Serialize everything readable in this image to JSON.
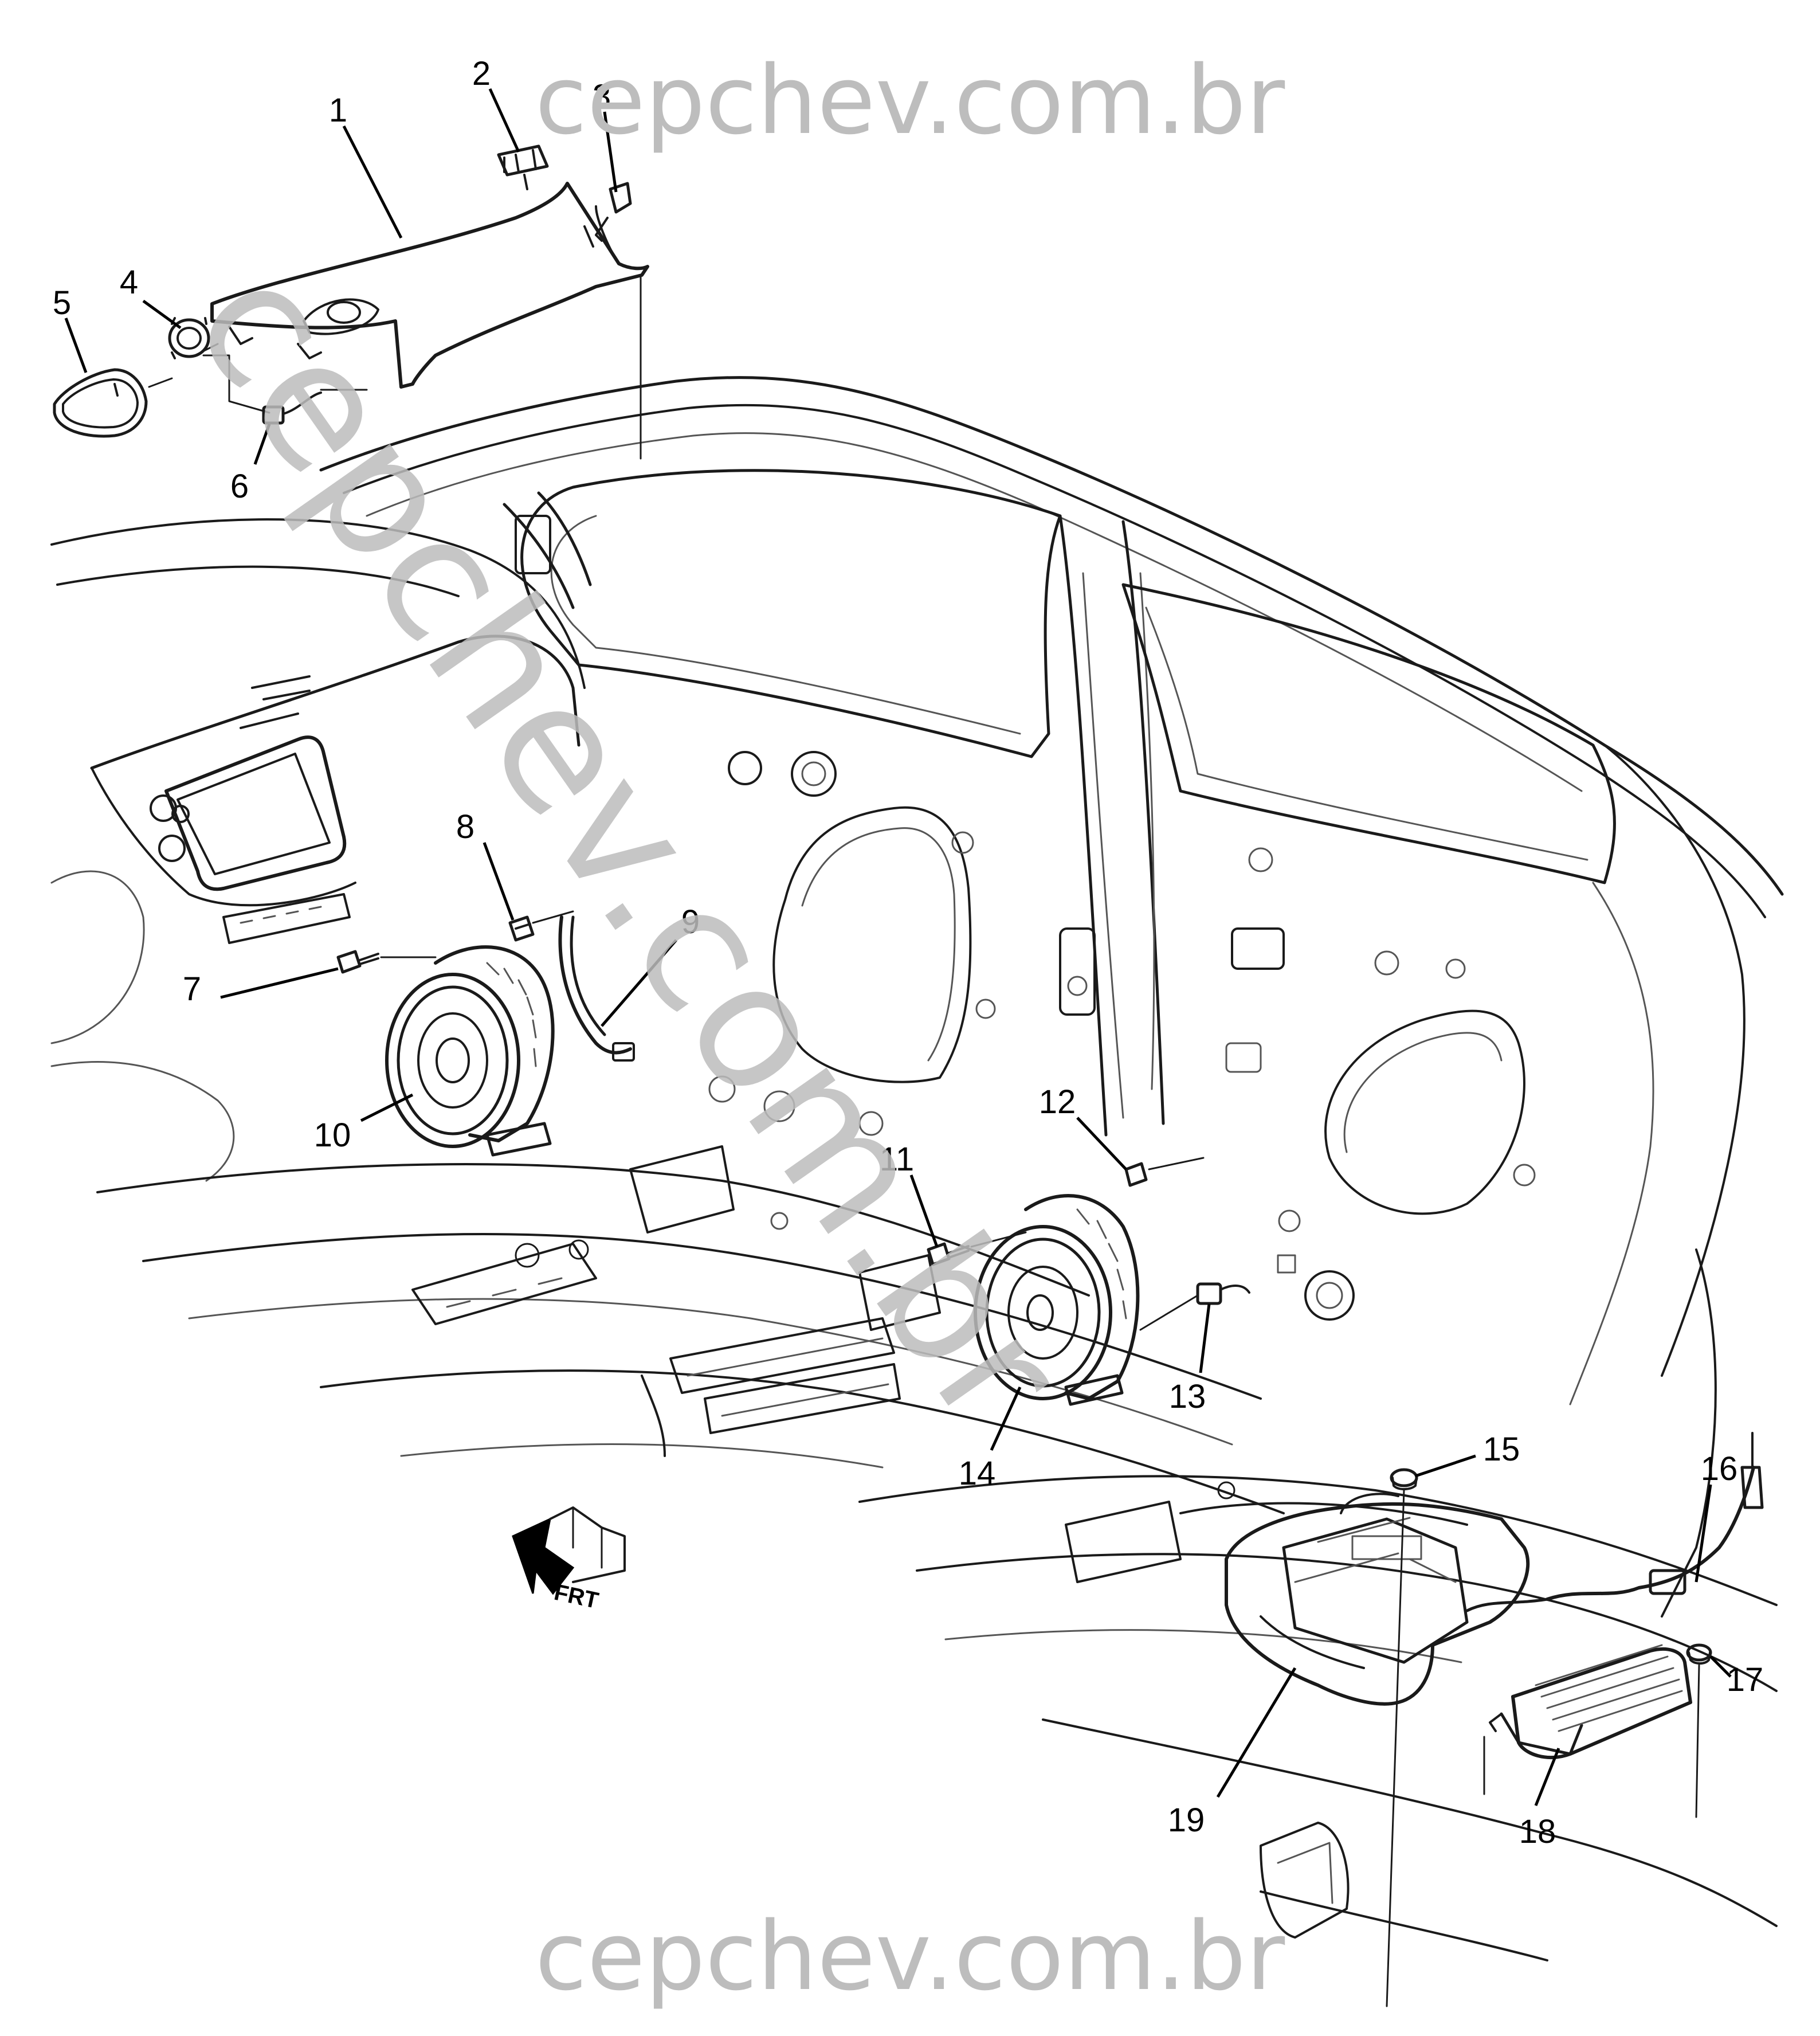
{
  "watermark": {
    "top_text": "cepchev.com.br",
    "bottom_text": "cepchev.com.br",
    "diagonal_text": "cepchev.com.br",
    "color": "#bdbdbd"
  },
  "front_indicator": {
    "label": "FRT"
  },
  "callouts": {
    "c1": "1",
    "c2": "2",
    "c3": "3",
    "c4": "4",
    "c5": "5",
    "c6": "6",
    "c7": "7",
    "c8": "8",
    "c9": "9",
    "c10": "10",
    "c11": "11",
    "c12": "12",
    "c13": "13",
    "c14": "14",
    "c15": "15",
    "c16": "16",
    "c17": "17",
    "c18": "18",
    "c19": "19"
  }
}
